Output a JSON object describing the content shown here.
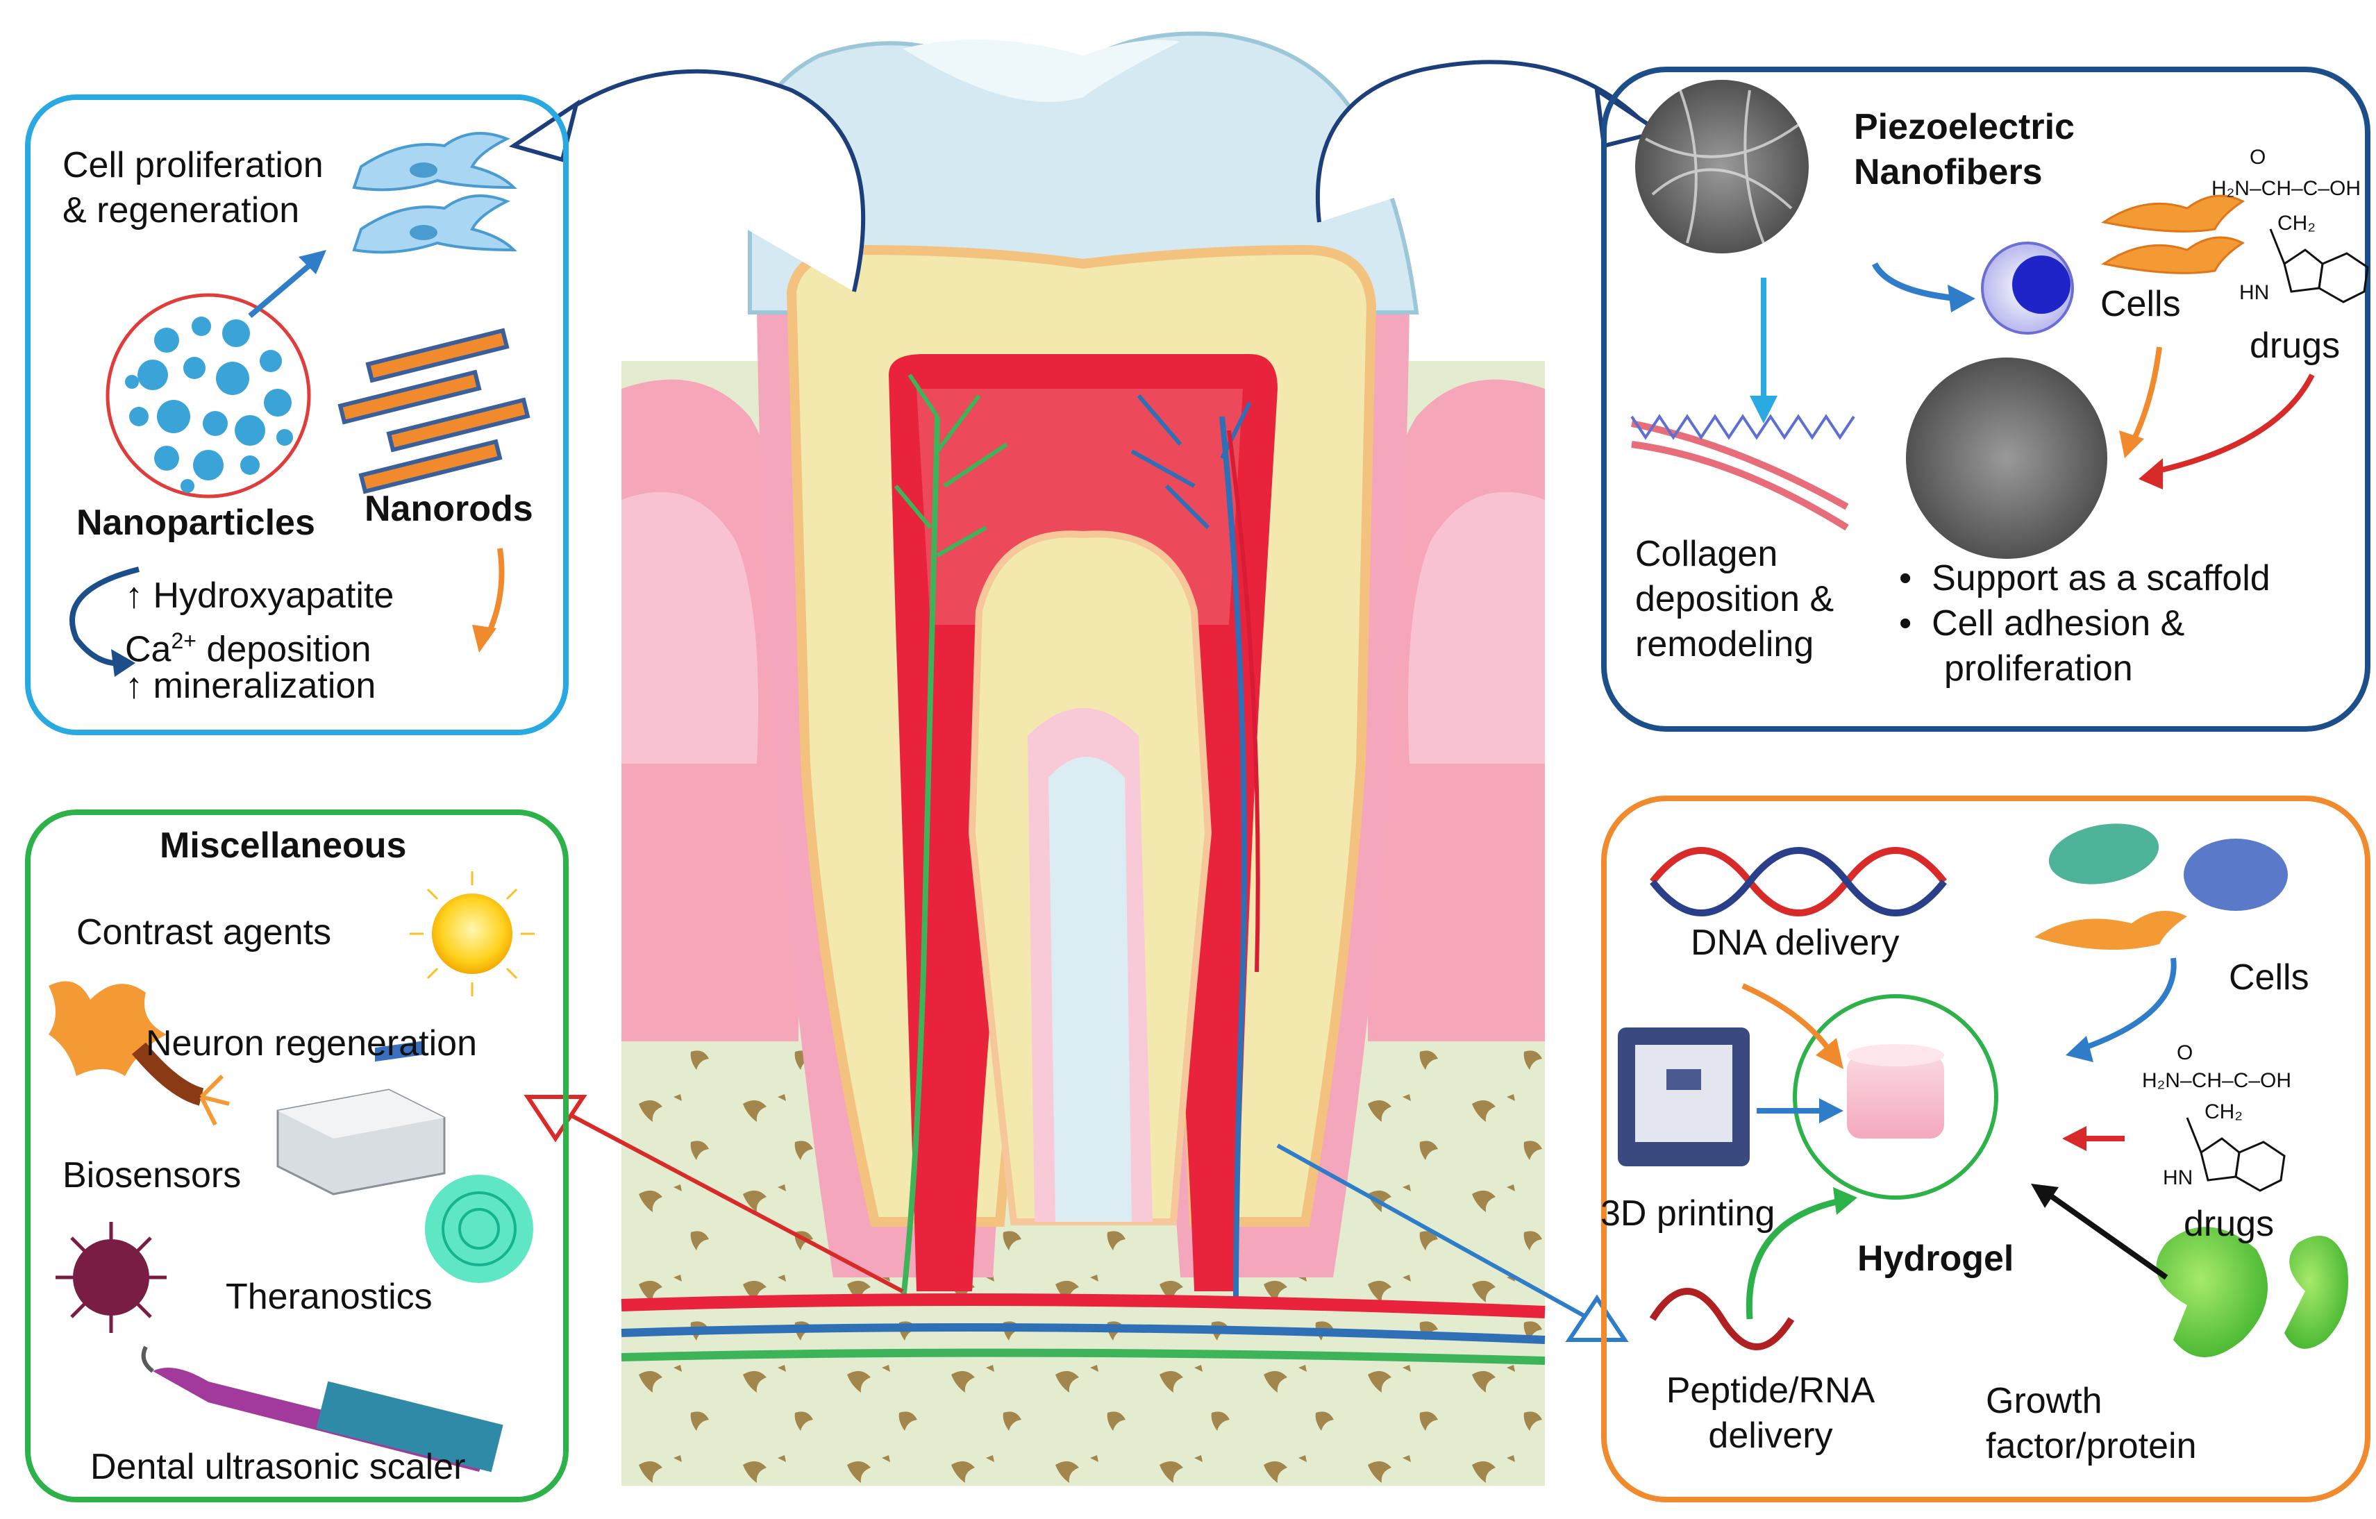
{
  "panels": {
    "top_left": {
      "cell_prolif_line1": "Cell proliferation",
      "cell_prolif_line2": "& regeneration",
      "nanoparticles": "Nanoparticles",
      "nanorods": "Nanorods",
      "hydroxyapatite": "↑ Hydroxyapatite",
      "ca_prefix": "Ca",
      "ca_sup": "2+",
      "ca_suffix": " deposition",
      "mineralization": "↑ mineralization",
      "border_color": "#29a9e1"
    },
    "top_right": {
      "title_line1": "Piezoelectric",
      "title_line2": "Nanofibers",
      "cells": "Cells",
      "drugs": "drugs",
      "collagen_line1": "Collagen",
      "collagen_line2": "deposition &",
      "collagen_line3": "remodeling",
      "bullets": [
        "Support as a scaffold",
        "Cell adhesion &",
        "proliferation"
      ],
      "border_color": "#1c4f8a"
    },
    "bottom_left": {
      "title": "Miscellaneous",
      "contrast": "Contrast agents",
      "neuron": "Neuron regeneration",
      "biosensors": "Biosensors",
      "theranostics": "Theranostics",
      "scaler": "Dental ultrasonic scaler",
      "border_color": "#2db24a"
    },
    "bottom_right": {
      "dna": "DNA delivery",
      "cells": "Cells",
      "printing": "3D printing",
      "hydrogel": "Hydrogel",
      "drugs": "drugs",
      "peptide_line1": "Peptide/RNA",
      "peptide_line2": "delivery",
      "growth_line1": "Growth",
      "growth_line2": "factor/protein",
      "border_color": "#f08a2c"
    }
  },
  "chem": {
    "nh2": "H₂N",
    "ch": "–CH–C–OH",
    "o": "O",
    "ch2": "CH₂",
    "hn": "HN"
  }
}
